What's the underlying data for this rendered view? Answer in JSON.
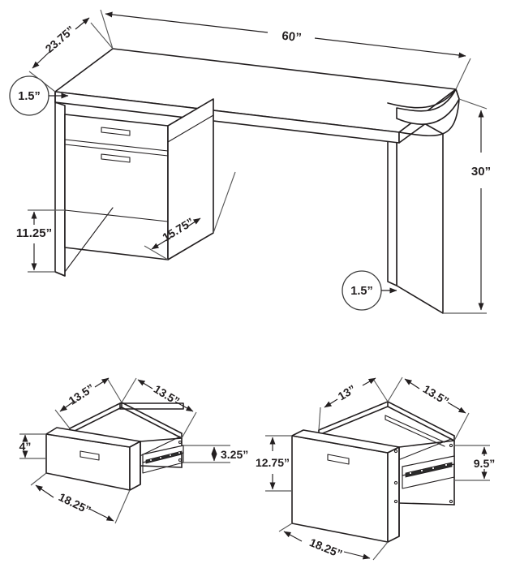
{
  "drawing": {
    "title": "Desk and drawer assembly dimension drawing",
    "units": "inches",
    "line_color": "#231f20",
    "dimension_color": "#5a5a5a",
    "background": "#ffffff"
  },
  "desk": {
    "name": "waterfall-desk-isometric",
    "dimensions": {
      "width": "60”",
      "depth": "23.75”",
      "height": "30”",
      "leg_clearance": "11.25”",
      "pedestal_depth": "15.75”",
      "panel_thickness_top": "1.5”",
      "panel_thickness_leg": "1.5”"
    }
  },
  "drawer_left": {
    "name": "small-drawer",
    "dimensions": {
      "inner_left": "13.5”",
      "inner_right": "13.5”",
      "front_height": "4”",
      "box_height": "3.25”",
      "front_width": "18.25”"
    }
  },
  "drawer_right": {
    "name": "file-drawer",
    "dimensions": {
      "inner_left": "13”",
      "inner_right": "13.5”",
      "front_height": "12.75”",
      "box_height": "9.5”",
      "front_width": "18.25”"
    }
  }
}
